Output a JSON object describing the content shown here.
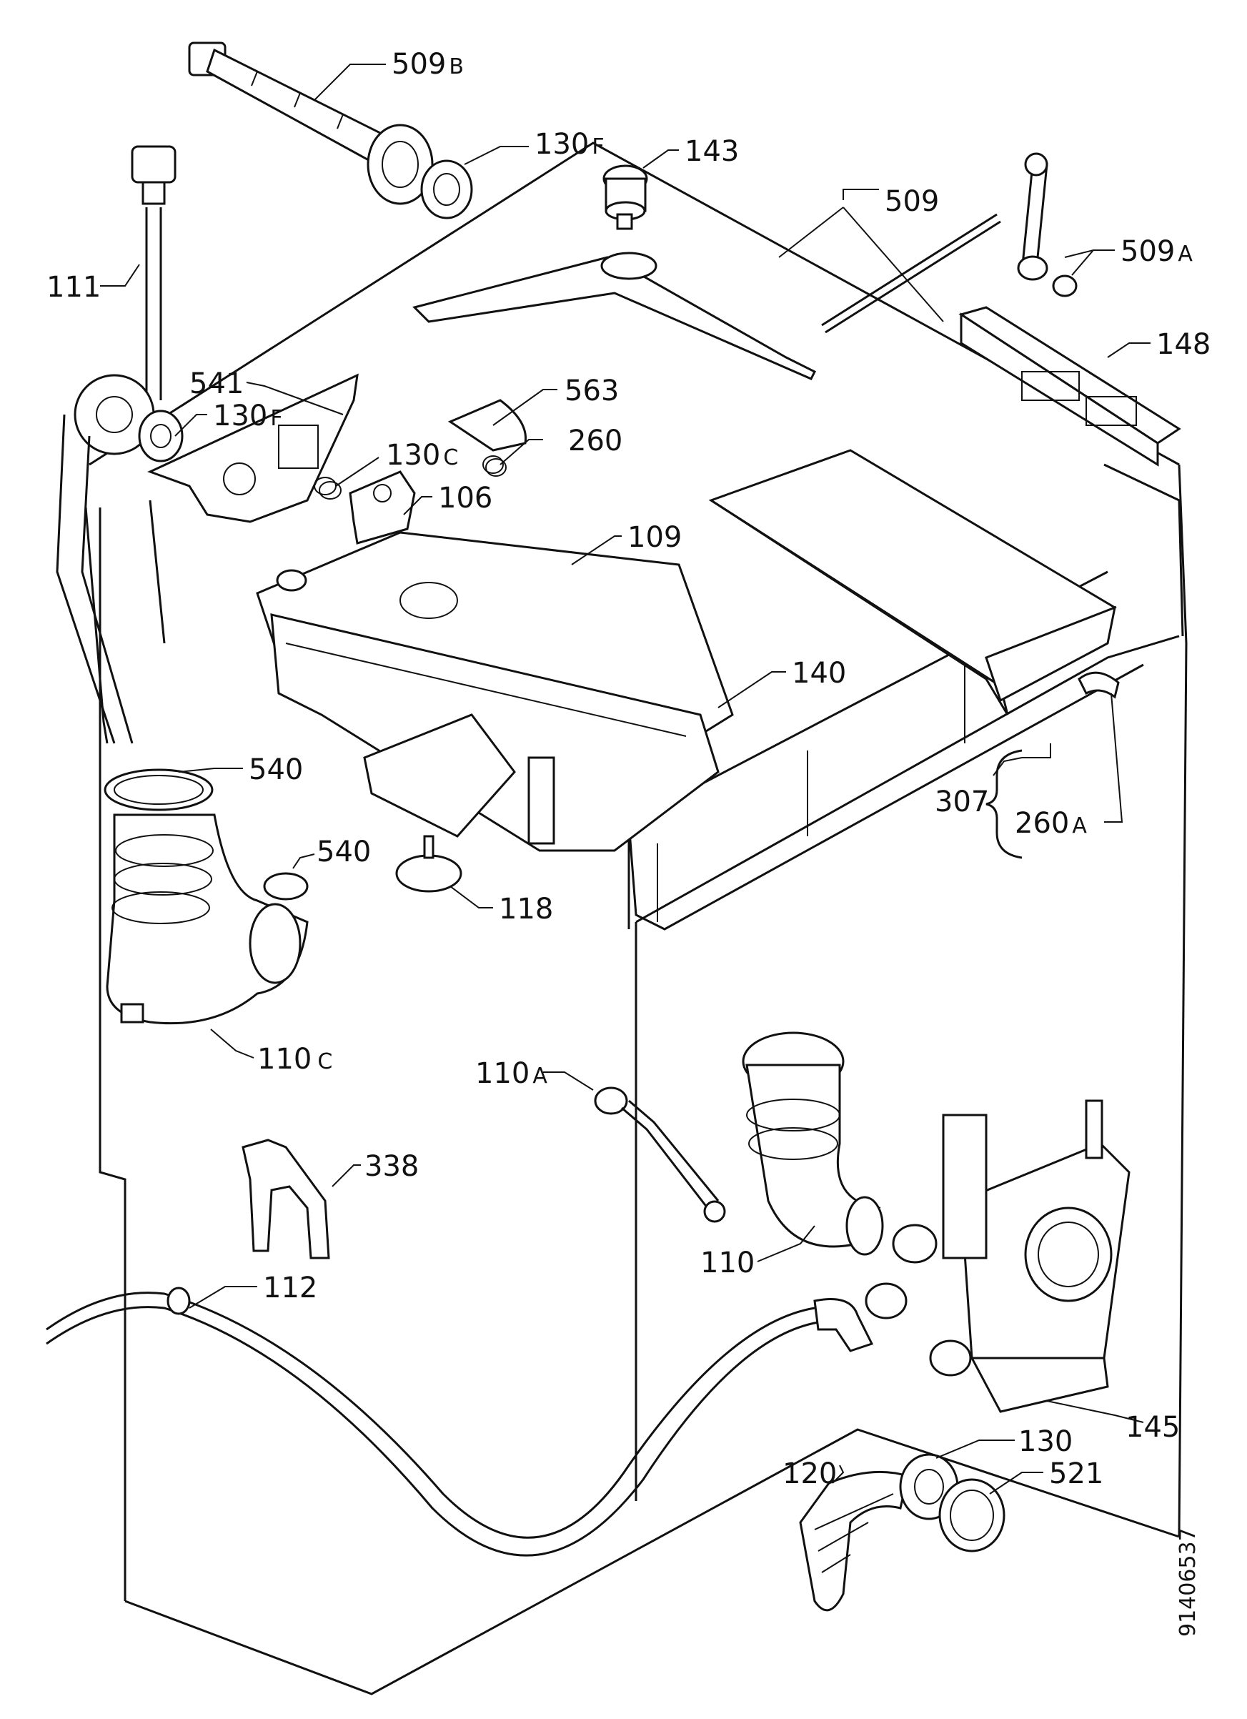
{
  "diagram": {
    "drawing_number": "91406537",
    "labels": {
      "p509B": {
        "main": "509",
        "suffix": "B"
      },
      "p130F_top": {
        "main": "130",
        "suffix": "F"
      },
      "p143": {
        "main": "143",
        "suffix": ""
      },
      "p509": {
        "main": "509",
        "suffix": ""
      },
      "p509A": {
        "main": "509",
        "suffix": "A"
      },
      "p111": {
        "main": "111",
        "suffix": ""
      },
      "p148": {
        "main": "148",
        "suffix": ""
      },
      "p541": {
        "main": "541",
        "suffix": ""
      },
      "p563": {
        "main": "563",
        "suffix": ""
      },
      "p130F_mid": {
        "main": "130",
        "suffix": "F"
      },
      "p130C": {
        "main": "130",
        "suffix": "C"
      },
      "p260": {
        "main": "260",
        "suffix": ""
      },
      "p106": {
        "main": "106",
        "suffix": ""
      },
      "p109": {
        "main": "109",
        "suffix": ""
      },
      "p140": {
        "main": "140",
        "suffix": ""
      },
      "p540_a": {
        "main": "540",
        "suffix": ""
      },
      "p540_b": {
        "main": "540",
        "suffix": ""
      },
      "p307": {
        "main": "307",
        "suffix": ""
      },
      "p260A": {
        "main": "260",
        "suffix": "A"
      },
      "p118": {
        "main": "118",
        "suffix": ""
      },
      "p110C": {
        "main": "110",
        "suffix": "C"
      },
      "p110A": {
        "main": "110",
        "suffix": "A"
      },
      "p338": {
        "main": "338",
        "suffix": ""
      },
      "p110": {
        "main": "110",
        "suffix": ""
      },
      "p112": {
        "main": "112",
        "suffix": ""
      },
      "p145": {
        "main": "145",
        "suffix": ""
      },
      "p130": {
        "main": "130",
        "suffix": ""
      },
      "p120": {
        "main": "120",
        "suffix": ""
      },
      "p521": {
        "main": "521",
        "suffix": ""
      }
    }
  }
}
